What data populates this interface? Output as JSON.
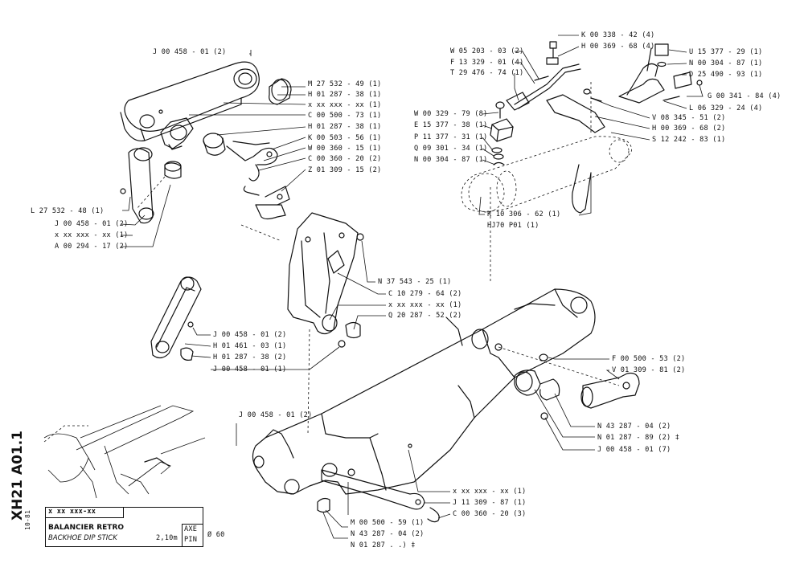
{
  "sheet": {
    "ref_code": "XH21 A01.1",
    "date_code": "10-81",
    "part_no": "x xx xxx-xx",
    "title_fr": "BALANCIER RETRO",
    "title_en": "BACKHOE DIP   STICK",
    "size": "2,10m",
    "axe_label_fr": "AXE",
    "axe_label_en": "PIN",
    "axe_value": "Ø 60"
  },
  "callouts": [
    {
      "id": "c1",
      "text": "J  00  458 - 01  (2)"
    },
    {
      "id": "c2",
      "text": "M  27  532 - 49  (1)"
    },
    {
      "id": "c3",
      "text": "H  01  287 - 38  (1)"
    },
    {
      "id": "c4",
      "text": "x  xx  xxx - xx  (1)"
    },
    {
      "id": "c5",
      "text": "C  00  500 - 73  (1)"
    },
    {
      "id": "c6",
      "text": "H  01  287 - 38  (1)"
    },
    {
      "id": "c7",
      "text": "K  00  503 - 56  (1)"
    },
    {
      "id": "c8",
      "text": "W  00  360 - 15  (1)"
    },
    {
      "id": "c9",
      "text": "C  00  360 - 20  (2)"
    },
    {
      "id": "c10",
      "text": "Z  01  309 - 15  (2)"
    },
    {
      "id": "c11",
      "text": "L  27  532 - 48  (1)"
    },
    {
      "id": "c12",
      "text": "J  00  458 - 01  (2)"
    },
    {
      "id": "c13",
      "text": "x  xx  xxx - xx  (1)"
    },
    {
      "id": "c14",
      "text": "A  00  294 - 17  (2)"
    },
    {
      "id": "c15",
      "text": "N  37  543 - 25 (1)"
    },
    {
      "id": "c16",
      "text": "C  10  279 - 64  (2)"
    },
    {
      "id": "c17",
      "text": "x  xx  xxx - xx  (1)"
    },
    {
      "id": "c18",
      "text": "Q  20  287 - 52  (2)"
    },
    {
      "id": "c19",
      "text": "J  00  458 - 01  (2)"
    },
    {
      "id": "c20",
      "text": "H  01  461 - 03  (1)"
    },
    {
      "id": "c21",
      "text": "H  01  287 - 38  (2)"
    },
    {
      "id": "c22",
      "text": "J  00  458 - 01  (1)"
    },
    {
      "id": "c23",
      "text": "K  00  338 - 42  (4)"
    },
    {
      "id": "c24",
      "text": "H  00  369 - 68  (4)"
    },
    {
      "id": "c25",
      "text": "W  05  203 - 03  (2)"
    },
    {
      "id": "c26",
      "text": "F  13  329 - 01  (4)"
    },
    {
      "id": "c27",
      "text": "T  29  476 - 74  (1)"
    },
    {
      "id": "c28",
      "text": "U  15  377 - 29 (1)"
    },
    {
      "id": "c29",
      "text": "N  00  304 - 87 (1)"
    },
    {
      "id": "c30",
      "text": "D  25  490 - 93  (1)"
    },
    {
      "id": "c31",
      "text": "G  00  341 - 84 (4)"
    },
    {
      "id": "c32",
      "text": "L  06  329 - 24 (4)"
    },
    {
      "id": "c33",
      "text": "W  00  329 - 79  (8)"
    },
    {
      "id": "c34",
      "text": "E  15  377 - 38  (1)"
    },
    {
      "id": "c35",
      "text": "P  11  377 - 31  (1)"
    },
    {
      "id": "c36",
      "text": "Q  09  301 - 34 (1)"
    },
    {
      "id": "c37",
      "text": "N  00  304 - 87 (1)"
    },
    {
      "id": "c38",
      "text": "V  08  345 - 51  (2)"
    },
    {
      "id": "c39",
      "text": "H  00  369 - 68  (2)"
    },
    {
      "id": "c40",
      "text": "S  12  242 - 83  (1)"
    },
    {
      "id": "c41",
      "text": "K  10  306 - 62  (1)"
    },
    {
      "id": "c42",
      "text": "HJ70   P01  (1)"
    },
    {
      "id": "c43",
      "text": "F  00  500 - 53  (2)"
    },
    {
      "id": "c44",
      "text": "V  01  309 - 81  (2)"
    },
    {
      "id": "c45",
      "text": "N  43  287 - 04 (2)"
    },
    {
      "id": "c46",
      "text": "N  01  287 - 89  (2) ‡"
    },
    {
      "id": "c47",
      "text": "J  00  458 - 01  (7)"
    },
    {
      "id": "c48",
      "text": "J  00  458 - 01  (2)"
    },
    {
      "id": "c49",
      "text": "x  xx  xxx - xx (1)"
    },
    {
      "id": "c50",
      "text": "J  11  309 - 87  (1)"
    },
    {
      "id": "c51",
      "text": "C  00  360 - 20 (3)"
    },
    {
      "id": "c52",
      "text": "M  00  500 - 59 (1)"
    },
    {
      "id": "c53",
      "text": "N  43  287 - 04 (2)"
    },
    {
      "id": "c54",
      "text": "N  01  287 .      .)  ‡"
    }
  ]
}
